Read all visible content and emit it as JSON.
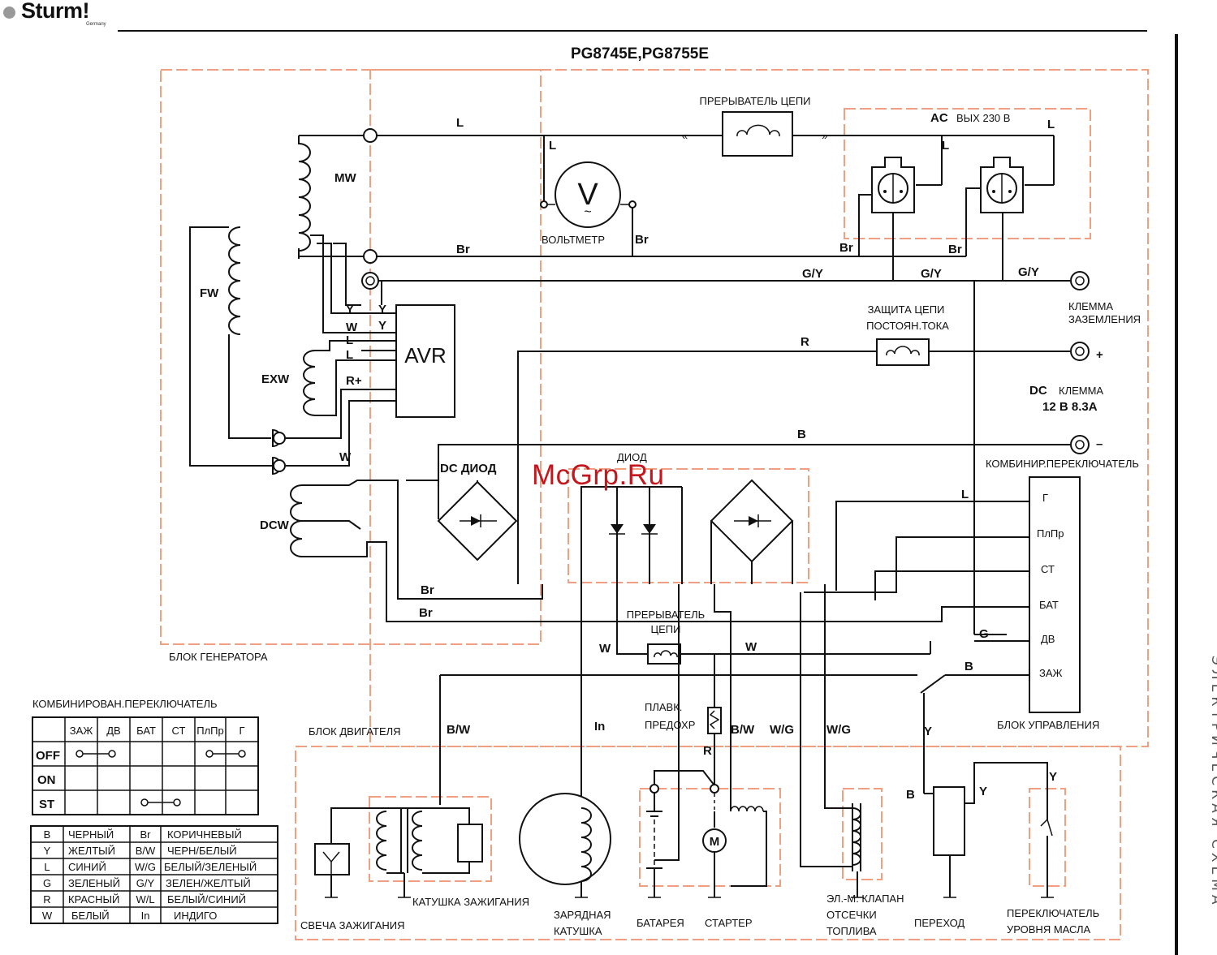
{
  "header": {
    "brand": "Sturm!",
    "brand_sub": "Germany"
  },
  "diagram": {
    "model_title": "PG8745E,PG8755E",
    "side_title": "ЭЛЕКТРИЧЕСКАЯ СХЕМА",
    "watermark": "McGrp.Ru",
    "blocks": {
      "generator": "БЛОК ГЕНЕРАТОРА",
      "engine": "БЛОК ДВИГАТЕЛЯ",
      "control": "БЛОК УПРАВЛЕНИЯ"
    },
    "components": {
      "breaker_top": "ПРЕРЫВАТЕЛЬ ЦЕПИ",
      "ac_out": "AC",
      "ac_out_tail": "ВЫХ 230 В",
      "voltmeter": "ВОЛЬТМЕТР",
      "ground_terminal_1": "КЛЕММА",
      "ground_terminal_2": "ЗАЗЕМЛЕНИЯ",
      "dc_protect_1": "ЗАЩИТА ЦЕПИ",
      "dc_protect_2": "ПОСТОЯН.ТОКА",
      "dc_terminal_1": "DC",
      "dc_terminal_1b": "КЛЕММА",
      "dc_terminal_2": "12 В 8.3А",
      "combo_switch": "КОМБИНИР.ПЕРЕКЛЮЧАТЕЛЬ",
      "avr": "AVR",
      "mw": "MW",
      "fw": "FW",
      "exw": "EXW",
      "dcw": "DCW",
      "dc_diode": "DC ДИОД",
      "diode": "ДИОД",
      "breaker_mid_1": "ПРЕРЫВАТЕЛЬ",
      "breaker_mid_2": "ЦЕПИ",
      "fuse_1": "ПЛАВК.",
      "fuse_2": "ПРЕДОХР",
      "spark_plug": "СВЕЧА ЗАЖИГАНИЯ",
      "ignition_coil": "КАТУШКА ЗАЖИГАНИЯ",
      "charge_coil_1": "ЗАРЯДНАЯ",
      "charge_coil_2": "КАТУШКА",
      "battery": "БАТАРЕЯ",
      "starter": "СТАРТЕР",
      "fuel_valve_1": "ЭЛ.-М. КЛАПАН",
      "fuel_valve_2": "ОТСЕЧКИ",
      "fuel_valve_3": "ТОПЛИВА",
      "transition": "ПЕРЕХОД",
      "oil_switch_1": "ПЕРЕКЛЮЧАТЕЛЬ",
      "oil_switch_2": "УРОВНЯ МАСЛА",
      "motor": "M",
      "voltmeter_symbol": "V",
      "plus": "+",
      "minus": "–"
    },
    "terminals": [
      "Г",
      "ПлПр",
      "СТ",
      "БАТ",
      "ДВ",
      "ЗАЖ"
    ],
    "wire_labels": {
      "L": "L",
      "Br": "Br",
      "GY": "G/Y",
      "R": "R",
      "B": "B",
      "W": "W",
      "Y": "Y",
      "G": "G",
      "BW": "B/W",
      "WG": "W/G",
      "In": "In",
      "Rplus": "R+"
    }
  },
  "switch_table": {
    "title": "КОМБИНИРОВАН.ПЕРЕКЛЮЧАТЕЛЬ",
    "columns": [
      "ЗАЖ",
      "ДВ",
      "БАТ",
      "СТ",
      "ПлПр",
      "Г"
    ],
    "rows": [
      "OFF",
      "ON",
      "ST"
    ]
  },
  "color_legend": [
    {
      "code": "B",
      "name": "ЧЕРНЫЙ",
      "code2": "Br",
      "name2": "КОРИЧНЕВЫЙ"
    },
    {
      "code": "Y",
      "name": "ЖЕЛТЫЙ",
      "code2": "B/W",
      "name2": "ЧЕРН/БЕЛЫЙ"
    },
    {
      "code": "L",
      "name": "СИНИЙ",
      "code2": "W/G",
      "name2": "БЕЛЫЙ/ЗЕЛЕНЫЙ"
    },
    {
      "code": "G",
      "name": "ЗЕЛЕНЫЙ",
      "code2": "G/Y",
      "name2": "ЗЕЛЕН/ЖЕЛТЫЙ"
    },
    {
      "code": "R",
      "name": "КРАСНЫЙ",
      "code2": "W/L",
      "name2": "БЕЛЫЙ/СИНИЙ"
    },
    {
      "code": "W",
      "name": "БЕЛЫЙ",
      "code2": "In",
      "name2": "ИНДИГО"
    }
  ],
  "colors": {
    "block_border": "#f0a080",
    "wire": "#111111",
    "watermark": "#c4161c"
  }
}
